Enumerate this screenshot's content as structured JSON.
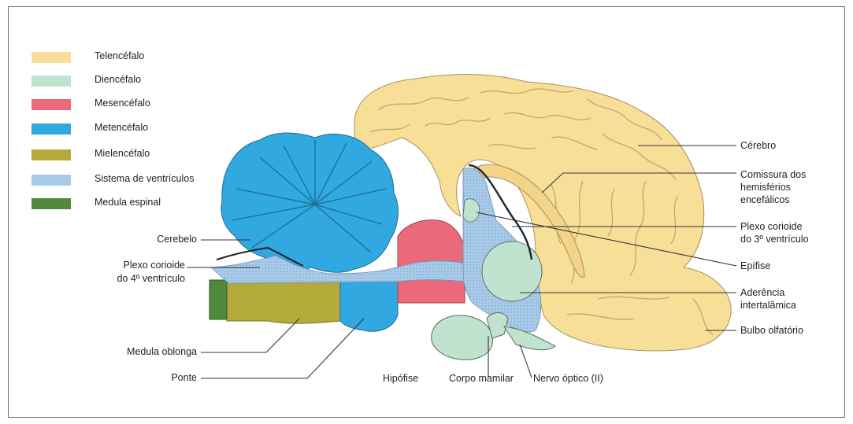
{
  "colors": {
    "telencefalo": "#f8df98",
    "diencefalo": "#bfe3cf",
    "mesencefalo": "#ea6a7a",
    "metencefalo": "#31a8df",
    "mielencefalo": "#b4aa3b",
    "ventriculos": "#a9cbea",
    "medula": "#4f8a3c"
  },
  "legend": [
    {
      "label": "Telencéfalo",
      "color": "#f8df98"
    },
    {
      "label": "Diencéfalo",
      "color": "#bfe3cf"
    },
    {
      "label": "Mesencéfalo",
      "color": "#ea6a7a"
    },
    {
      "label": "Metencéfalo",
      "color": "#31a8df"
    },
    {
      "label": "Mielencéfalo",
      "color": "#b4aa3b"
    },
    {
      "label": "Sistema de ventrículos",
      "color": "#a9cbea"
    },
    {
      "label": "Medula espinal",
      "color": "#4f8a3c"
    }
  ],
  "labels": {
    "cerebelo": "Cerebelo",
    "plexo4_l1": "Plexo corioide",
    "plexo4_l2": "do 4º ventrículo",
    "medula_oblonga": "Medula oblonga",
    "ponte": "Ponte",
    "hipofise": "Hipófise",
    "corpo_mamilar": "Corpo mamilar",
    "nervo_optico": "Nervo óptico (II)",
    "cerebro": "Cérebro",
    "comissura_l1": "Comissura dos",
    "comissura_l2": "hemisférios",
    "comissura_l3": "encefálicos",
    "plexo3_l1": "Plexo corioide",
    "plexo3_l2": "do 3º ventrículo",
    "epifise": "Epífise",
    "aderencia_l1": "Aderência",
    "aderencia_l2": "intertalâmica",
    "bulbo": "Bulbo olfatório"
  }
}
